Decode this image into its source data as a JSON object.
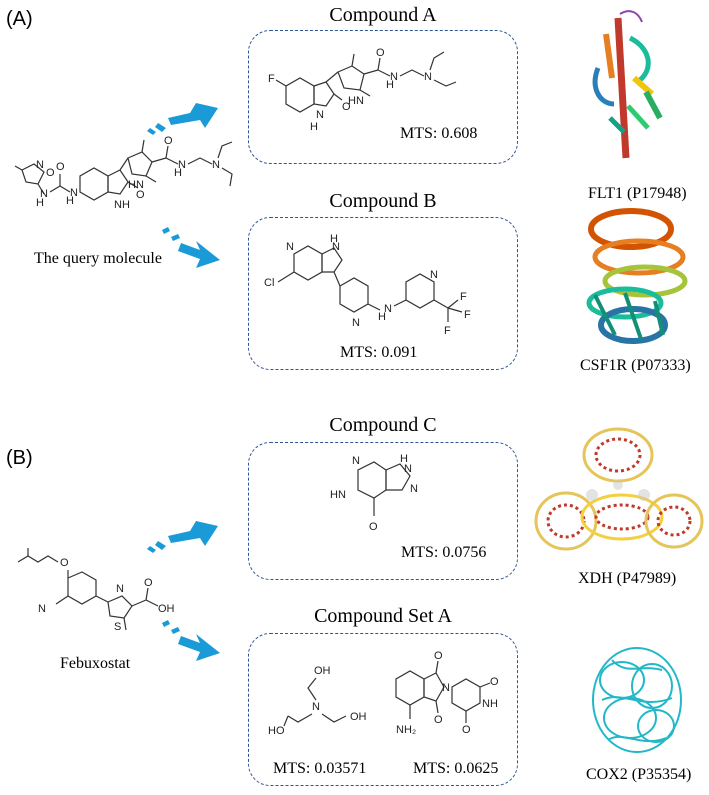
{
  "panels": [
    {
      "label": "(A)",
      "query_label": "The query molecule",
      "compounds": [
        {
          "title": "Compound A",
          "mts": [
            "MTS: 0.608"
          ],
          "target": "FLT1  (P17948)"
        },
        {
          "title": "Compound B",
          "mts": [
            "MTS: 0.091"
          ],
          "target": "CSF1R (P07333)"
        }
      ]
    },
    {
      "label": "(B)",
      "query_label": "Febuxostat",
      "compounds": [
        {
          "title": "Compound C",
          "mts": [
            "MTS: 0.0756"
          ],
          "target": "XDH (P47989)"
        },
        {
          "title": "Compound Set A",
          "mts": [
            "MTS: 0.03571",
            "MTS: 0.0625"
          ],
          "target": "COX2 (P35354)"
        }
      ]
    }
  ],
  "atoms": {
    "F": "F",
    "HN": "HN",
    "H": "H",
    "N": "N",
    "O": "O",
    "NH": "NH",
    "Cl": "Cl",
    "CF": "F",
    "OH": "OH",
    "HO": "HO",
    "NH2": "NH₂",
    "CN": "N",
    "S": "S"
  },
  "colors": {
    "arrow": "#1a9ad6",
    "box_border": "#2f5496"
  }
}
